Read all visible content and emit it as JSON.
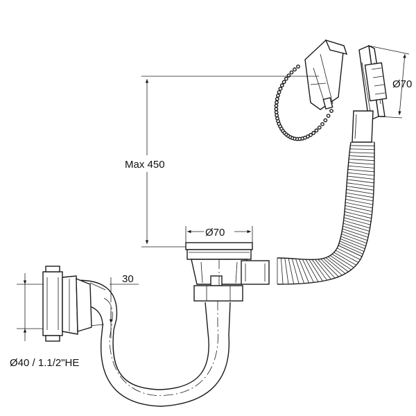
{
  "labels": {
    "max_height": "Max 450",
    "overflow_diameter": "Ø70",
    "drain_diameter": "Ø70",
    "trap_depth": "30",
    "outlet_size": "Ø40 / 1.1/2\"HE"
  },
  "colors": {
    "line": "#1a1a1a",
    "background": "#ffffff"
  }
}
